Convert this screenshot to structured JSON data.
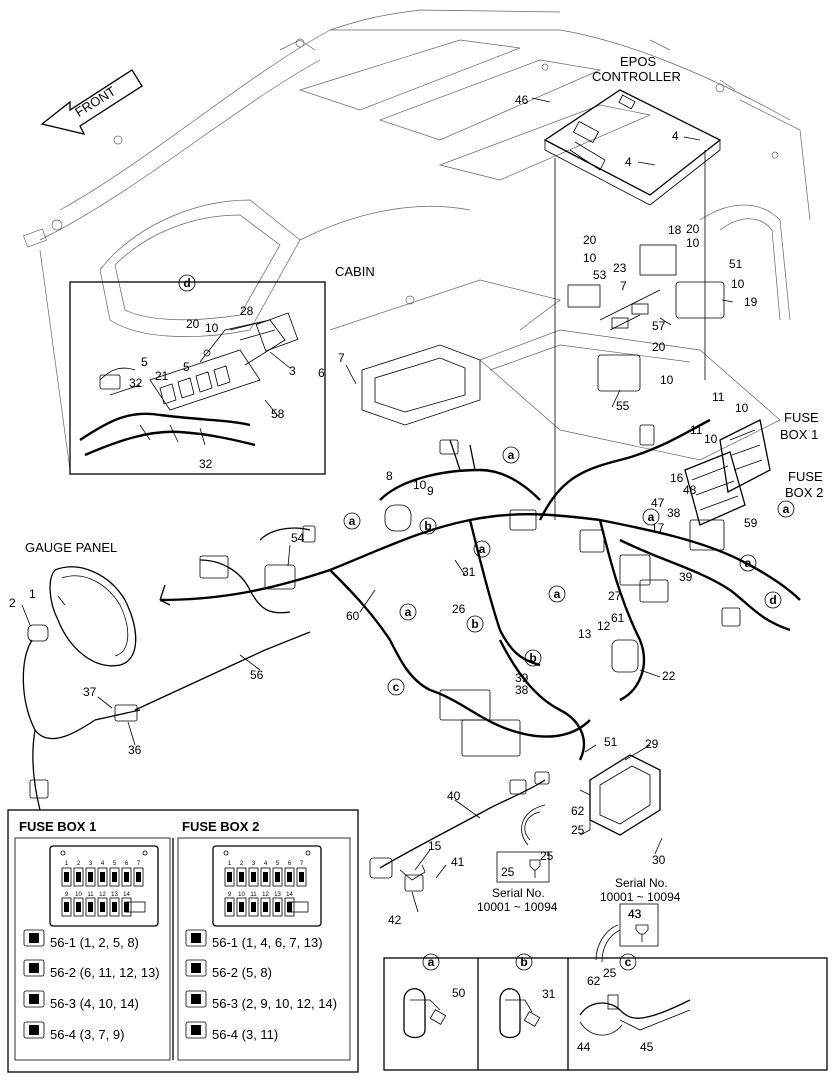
{
  "labels": {
    "front": "FRONT",
    "epos_line1": "EPOS",
    "epos_line2": "CONTROLLER",
    "cabin": "CABIN",
    "gauge_panel": "GAUGE PANEL",
    "fuse_box1_line1": "FUSE",
    "fuse_box1_line2": "BOX 1",
    "fuse_box2_line1": "FUSE",
    "fuse_box2_line2": "BOX 2"
  },
  "part_numbers": [
    "46",
    "4",
    "4",
    "18",
    "20",
    "10",
    "20",
    "10",
    "23",
    "7",
    "53",
    "51",
    "10",
    "19",
    "57",
    "20",
    "10",
    "55",
    "11",
    "10",
    "11",
    "10",
    "16",
    "48",
    "47",
    "17",
    "59",
    "6",
    "7",
    "28",
    "20",
    "10",
    "5",
    "21",
    "5",
    "3",
    "32",
    "58",
    "32",
    "8",
    "10",
    "9",
    "54",
    "1",
    "2",
    "31",
    "26",
    "60",
    "27",
    "38",
    "39",
    "13",
    "12",
    "61",
    "22",
    "56",
    "37",
    "36",
    "39",
    "38",
    "51",
    "29",
    "40",
    "62",
    "25",
    "30",
    "25",
    "15",
    "41",
    "42",
    "43",
    "62",
    "25",
    "44",
    "45",
    "50",
    "31"
  ],
  "detail_letters": {
    "d": "d",
    "a": "a",
    "b": "b",
    "c": "c"
  },
  "fuse_box1": {
    "title": "FUSE BOX 1",
    "legend": [
      "56-1 (1, 2, 5, 8)",
      "56-2 (6, 11, 12, 13)",
      "56-3 (4, 10, 14)",
      "56-4 (3, 7, 9)"
    ]
  },
  "fuse_box2": {
    "title": "FUSE BOX 2",
    "legend": [
      "56-1 (1, 4, 6, 7, 13)",
      "56-2 (5, 8)",
      "56-3 (2, 9, 10, 12, 14)",
      "56-4 (3, 11)"
    ]
  },
  "fuse_slots": {
    "top": [
      "1",
      "2",
      "3",
      "4",
      "5",
      "6",
      "7"
    ],
    "bottom": [
      "9",
      "10",
      "11",
      "12",
      "13",
      "14"
    ]
  },
  "serial_left": {
    "part": "25",
    "line1": "Serial No.",
    "line2": "10001 ~ 10094"
  },
  "serial_right": {
    "part": "43",
    "line1": "Serial No.",
    "line2": "10001 ~ 10094"
  },
  "detail_a": {
    "letter": "a",
    "part": "50"
  },
  "detail_b": {
    "letter": "b",
    "part": "31"
  },
  "detail_c": {
    "letter": "c",
    "part1": "62",
    "part2": "25",
    "part3": "44",
    "part4": "45"
  }
}
